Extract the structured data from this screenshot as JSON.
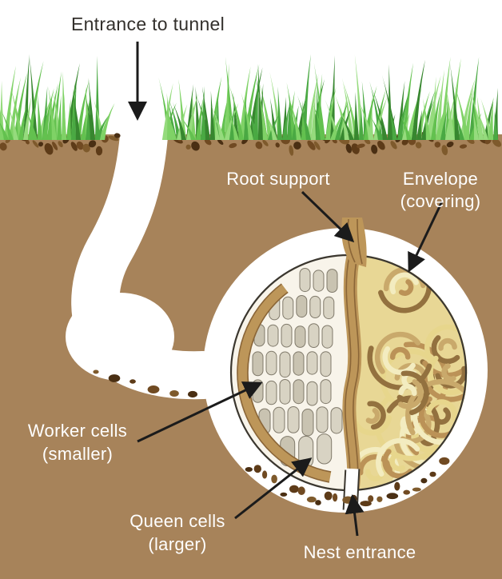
{
  "figure": {
    "description": "Cross-section diagram of an underground bumblebee nest",
    "labels": {
      "entrance_tunnel": "Entrance to tunnel",
      "root_support": "Root support",
      "envelope_line1": "Envelope",
      "envelope_line2": "(covering)",
      "worker_line1": "Worker cells",
      "worker_line2": "(smaller)",
      "queen_line1": "Queen cells",
      "queen_line2": "(larger)",
      "nest_entrance": "Nest entrance"
    }
  },
  "colors": {
    "sky": "#ffffff",
    "soil": "#a7835a",
    "clods": [
      "#5d3b18",
      "#704a22",
      "#7e5a2c",
      "#4a2f13"
    ],
    "grass": [
      "#4aa943",
      "#63c14f",
      "#7fd266",
      "#37872f",
      "#95db7d"
    ],
    "tunnel": "#ffffff",
    "ball_bg": "#f8f4ea",
    "comb_band": "#bd9659",
    "comb_stripe": "#8a6537",
    "cell_fill": "#d8d3c3",
    "cell_fill_alt": "#c9c3b1",
    "cell_stroke": "#807a6b",
    "envelope_base": "#e8d795",
    "envelope_arcs": [
      "#bb9257",
      "#f3ecc0",
      "#c9a96b",
      "#93713f",
      "#e7d68c"
    ],
    "outline": "#3b372f",
    "arrow": "#1b1b1b",
    "label_light": "#ffffff",
    "label_dark": "#33302c"
  }
}
